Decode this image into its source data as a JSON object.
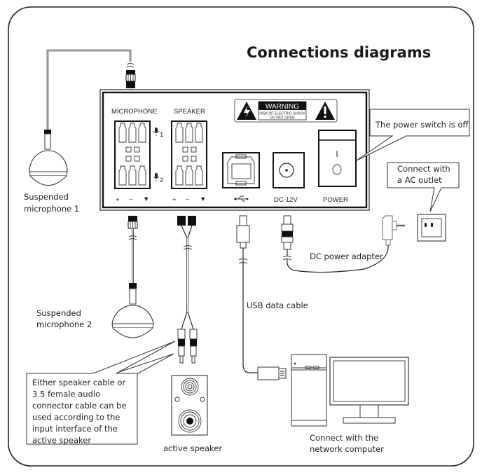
{
  "title": "Connections  diagrams",
  "device_panel": {
    "microphone_label": "MICROPHONE",
    "speaker_label": "SPEAKER",
    "mic_channel_1": "1",
    "mic_channel_2": "2",
    "terminal_symbols": [
      "+",
      "−",
      "▼"
    ],
    "warning": {
      "heading": "WARNING",
      "line1": "RISK OF ELECTRIC SHOCK",
      "line2": "DO NOT OPEN",
      "lightning-icon": "lightning-triangle",
      "exclamation-icon": "exclamation-triangle"
    },
    "usb_label": "⮃",
    "dc_label": "DC-12V",
    "power_label": "POWER",
    "power_switch_on_mark": "I"
  },
  "callouts": {
    "power_switch": "The power switch is off",
    "ac_outlet": [
      "Connect with",
      "a AC outlet"
    ],
    "speaker_cable": [
      "Either speaker cable or",
      "3.5 female audio",
      "connector cable can be",
      "used according to the",
      "input interface of the",
      "active speaker"
    ]
  },
  "labels": {
    "mic1": [
      "Suspended",
      "microphone 1"
    ],
    "mic2": [
      "Suspended",
      "microphone 2"
    ],
    "dc_adapter": "DC power adapter",
    "usb_cable": "USB data cable",
    "active_speaker": "active speaker",
    "computer": [
      "Connect with the",
      "network computer"
    ]
  }
}
